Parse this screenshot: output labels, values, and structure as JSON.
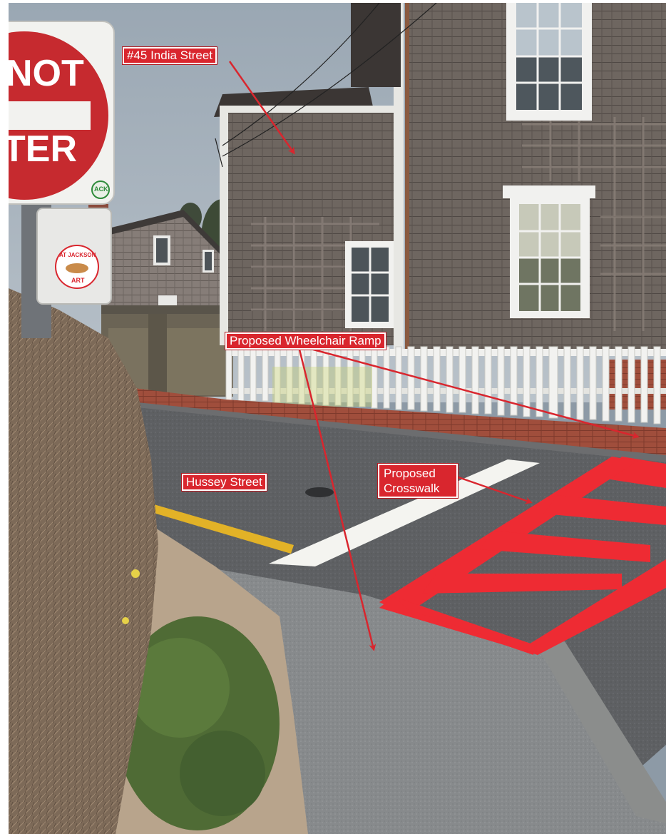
{
  "colors": {
    "annotation_red": "#d9262e",
    "annotation_text": "#ffffff",
    "crosswalk_red": "#ee2b33",
    "sky": "#a4b0bb",
    "shingle": "#6b635d",
    "trim_white": "#f1f1ef",
    "asphalt": "#5f6164",
    "brick": "#9a4a3a",
    "yellow_line": "#e2b227",
    "shrub": "#8a7560"
  },
  "annotations": {
    "india_street": "#45 India Street",
    "wheelchair_ramp": "Proposed Wheelchair Ramp",
    "hussey_street": "Hussey Street",
    "crosswalk_line1": "Proposed",
    "crosswalk_line2": "Crosswalk"
  },
  "signs": {
    "do_not_enter_line1": "NOT",
    "do_not_enter_line2": "TER",
    "sticker_top": "ACK",
    "art_sticker_top": "AT JACKSON",
    "art_sticker_bottom": "ART"
  }
}
